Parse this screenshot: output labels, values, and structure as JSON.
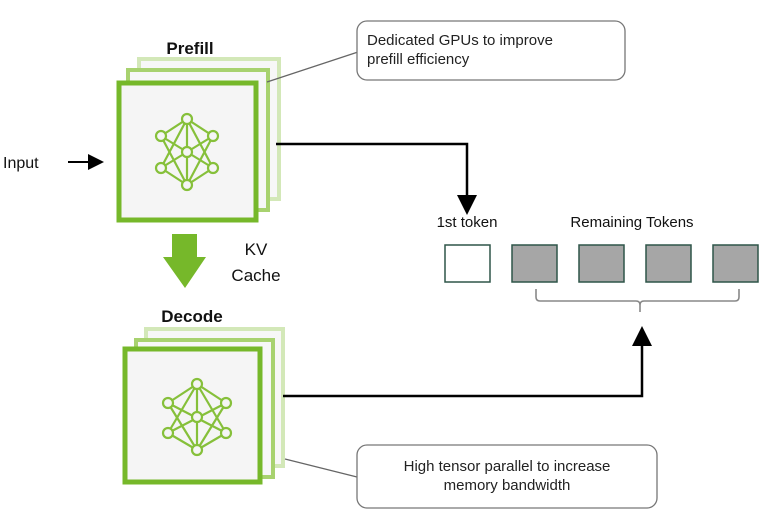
{
  "prefill": {
    "title": "Prefill",
    "icon": "neural-network-icon"
  },
  "decode": {
    "title": "Decode",
    "icon": "neural-network-icon"
  },
  "input_label": "Input",
  "kv_cache": {
    "line1": "KV",
    "line2": "Cache"
  },
  "tokens": {
    "first_label": "1st token",
    "remaining_label": "Remaining Tokens",
    "remaining_count": 4
  },
  "callouts": {
    "prefill": {
      "line1": "Dedicated GPUs to improve",
      "line2": "prefill efficiency"
    },
    "decode": {
      "line1": "High tensor parallel to increase",
      "line2": "memory bandwidth"
    }
  },
  "colors": {
    "green_front": "#76b82a",
    "green_mid": "#a8d26f",
    "green_back": "#d3e8b8",
    "box_fill": "#f5f5f5",
    "token_filled": "#a6a6a6",
    "token_border": "#2f5548"
  }
}
